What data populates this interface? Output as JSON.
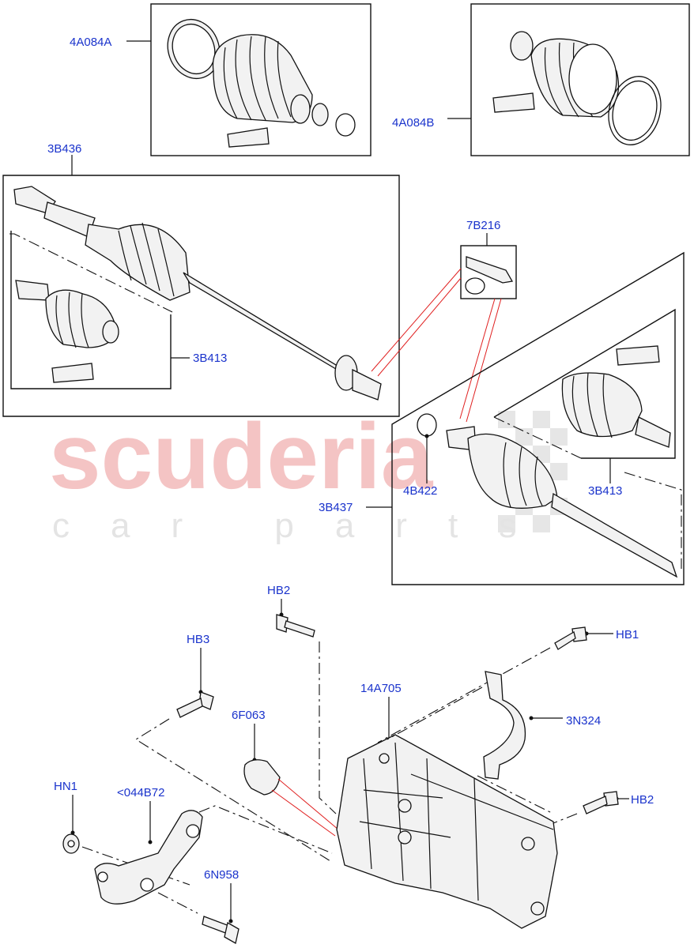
{
  "watermark": {
    "brand": "scuderia",
    "tagline": "car parts"
  },
  "callouts": {
    "4A084A": "4A084A",
    "4A084B": "4A084B",
    "3B436": "3B436",
    "7B216": "7B216",
    "3B413_upper": "3B413",
    "4B422": "4B422",
    "3B413_lower": "3B413",
    "3B437": "3B437",
    "HB2_top": "HB2",
    "HB3": "HB3",
    "HB1": "HB1",
    "14A705": "14A705",
    "6F063": "6F063",
    "3N324": "3N324",
    "HN1": "HN1",
    "044B72": "<044B72",
    "HB2_right": "HB2",
    "6N958": "6N958"
  },
  "colors": {
    "label": "#1a33cc",
    "leader_red": "#e02020",
    "watermark_red": "#f4c4c4",
    "watermark_grey": "#e4e4e4"
  }
}
